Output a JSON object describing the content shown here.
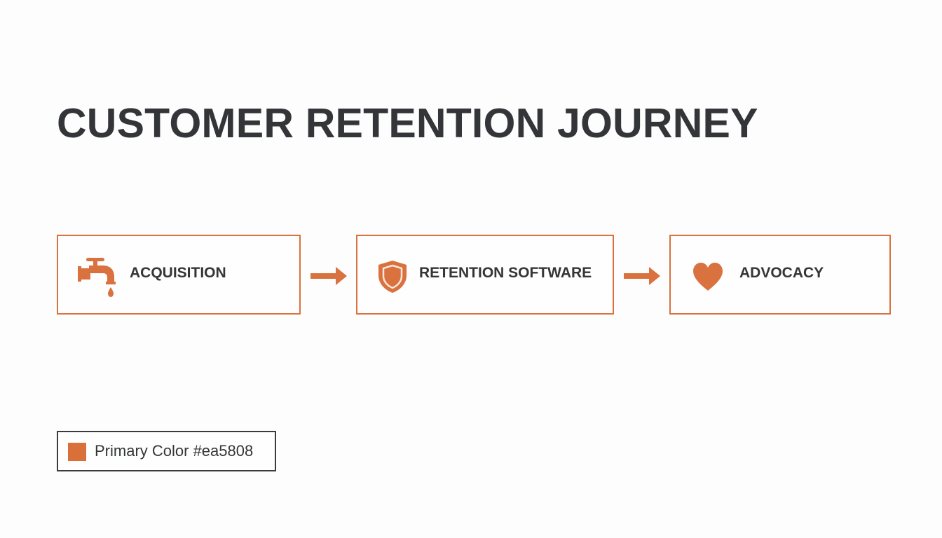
{
  "title": "CUSTOMER RETENTION JOURNEY",
  "colors": {
    "primary": "#ea5808",
    "rendered_accent": "#d9723f",
    "text": "#333537"
  },
  "steps": [
    {
      "label": "ACQUISITION",
      "icon": "faucet-icon"
    },
    {
      "label": "RETENTION SOFTWARE",
      "icon": "shield-icon"
    },
    {
      "label": "ADVOCACY",
      "icon": "heart-icon"
    }
  ],
  "connectors": [
    {
      "from": "ACQUISITION",
      "to": "RETENTION SOFTWARE",
      "icon": "arrow-right-icon"
    },
    {
      "from": "RETENTION SOFTWARE",
      "to": "ADVOCACY",
      "icon": "arrow-right-icon"
    }
  ],
  "legend": {
    "label": "Primary Color #ea5808",
    "swatch_color": "#ea5808"
  }
}
